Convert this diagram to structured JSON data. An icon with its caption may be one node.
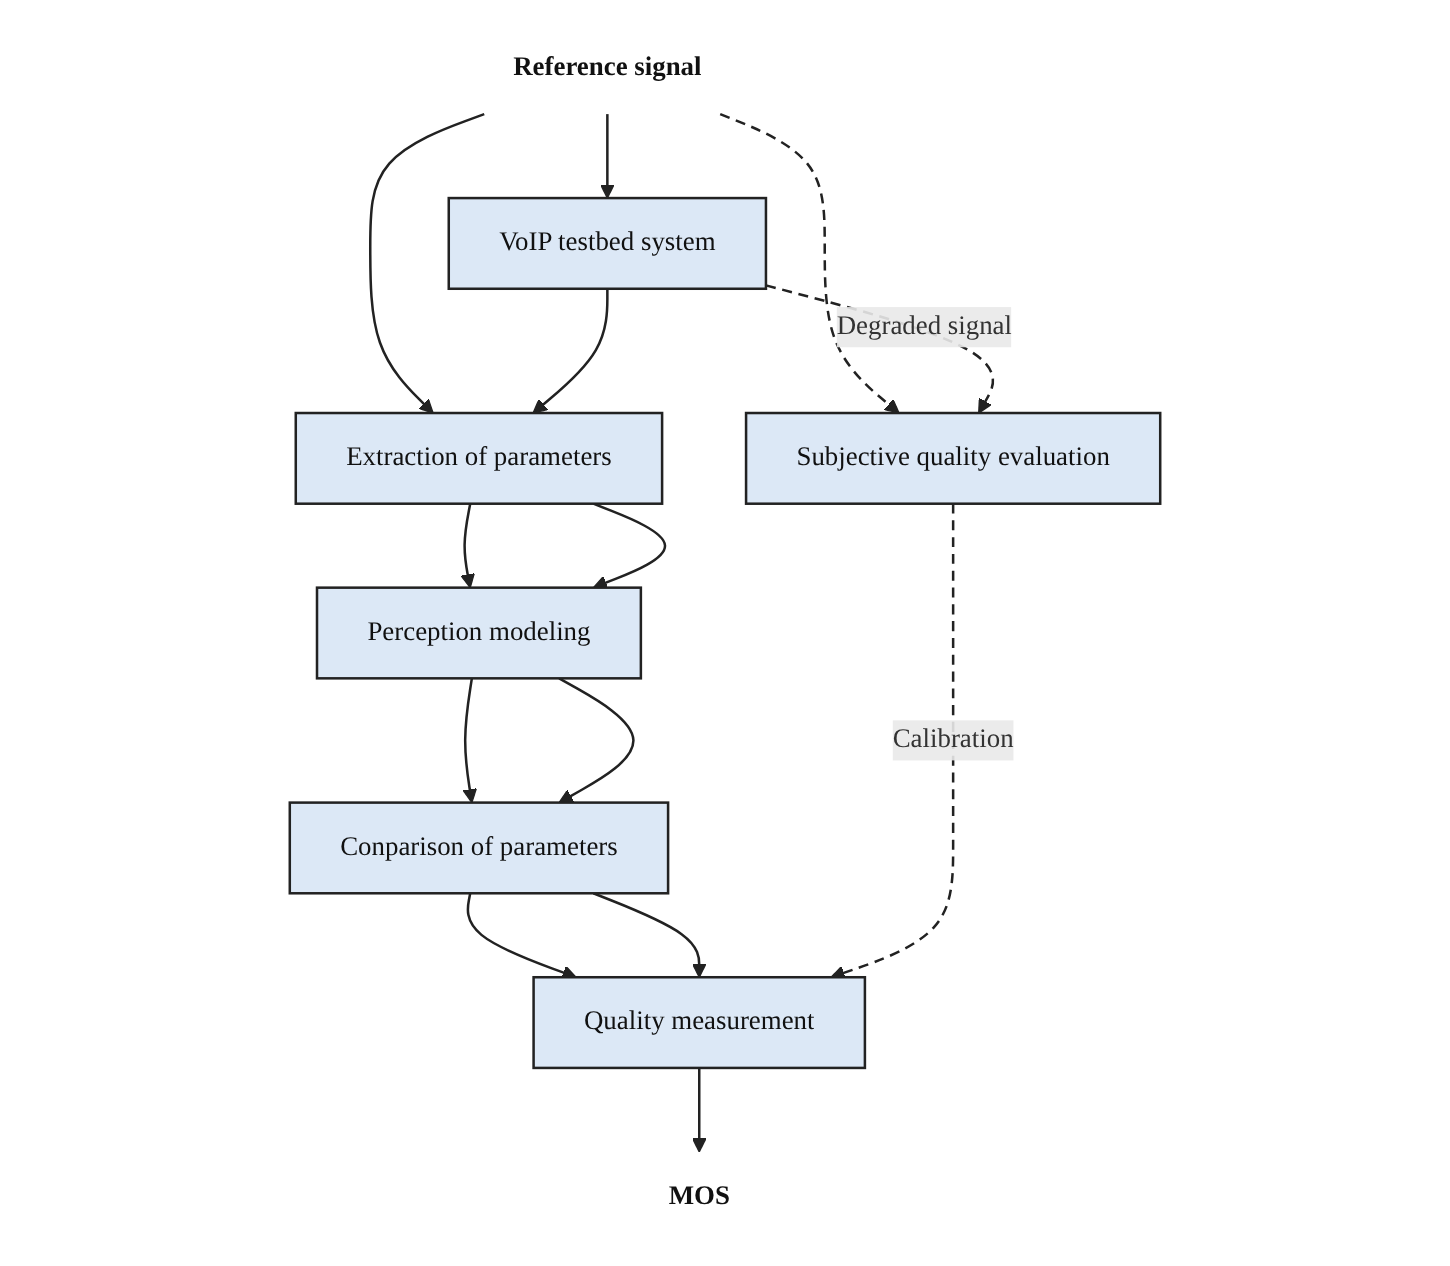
{
  "diagram": {
    "nodes": [
      {
        "text": [
          "Reference signal"
        ]
      },
      {
        "text": [
          "VoIP testbed system"
        ]
      },
      {
        "text": [
          "Extraction of parameters"
        ]
      },
      {
        "text": [
          "Perception modeling"
        ]
      },
      {
        "text": [
          "Conparison of parameters"
        ]
      },
      {
        "text": [
          "Subjective quality evaluation"
        ]
      },
      {
        "text": [
          "Quality measurement"
        ]
      },
      {
        "text": [
          "MOS"
        ]
      }
    ],
    "edges": [
      {
        "from": 0,
        "to": 1,
        "arrow": "to"
      },
      {
        "from": 0,
        "to": 2,
        "arrow": "to"
      },
      {
        "from": 0,
        "to": 5,
        "arrow": "to",
        "style": "dashed"
      },
      {
        "from": 1,
        "to": 2,
        "arrow": "to"
      },
      {
        "from": 1,
        "to": 5,
        "arrow": "to",
        "style": "dashed",
        "label": "Degraded signal"
      },
      {
        "from": 2,
        "to": 3,
        "arrow": "to"
      },
      {
        "from": 2,
        "to": 3,
        "arrow": "to"
      },
      {
        "from": 3,
        "to": 4,
        "arrow": "to"
      },
      {
        "from": 3,
        "to": 4,
        "arrow": "to"
      },
      {
        "from": 4,
        "to": 6,
        "arrow": "to"
      },
      {
        "from": 4,
        "to": 6,
        "arrow": "to"
      },
      {
        "from": 5,
        "to": 6,
        "arrow": "to",
        "style": "dashed",
        "label": "Calibration"
      },
      {
        "from": 6,
        "to": 7,
        "arrow": "to"
      }
    ]
  }
}
